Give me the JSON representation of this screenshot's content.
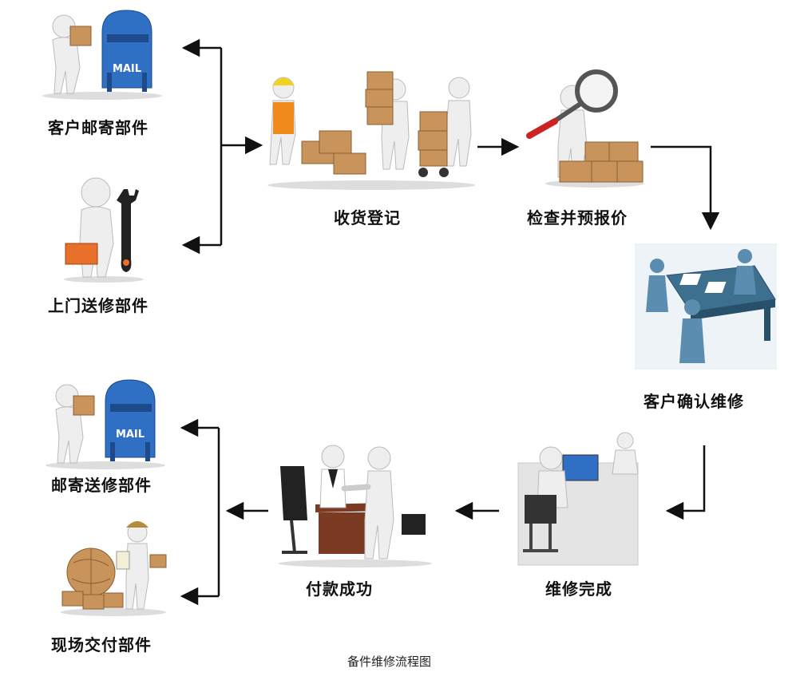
{
  "nodes": {
    "mail_in": "客户邮寄部件",
    "onsite_in": "上门送修部件",
    "receive": "收货登记",
    "inspect": "检查并预报价",
    "confirm": "客户确认维修",
    "repaired": "维修完成",
    "paid": "付款成功",
    "mail_out": "邮寄送修部件",
    "onsite_out": "现场交付部件"
  },
  "mailbox_text": "MAIL",
  "caption": "备件维修流程图",
  "colors": {
    "mailbox": "#2f6fc4",
    "box": "#c9935c",
    "table": "#3d6f8f",
    "arrow": "#111111"
  }
}
